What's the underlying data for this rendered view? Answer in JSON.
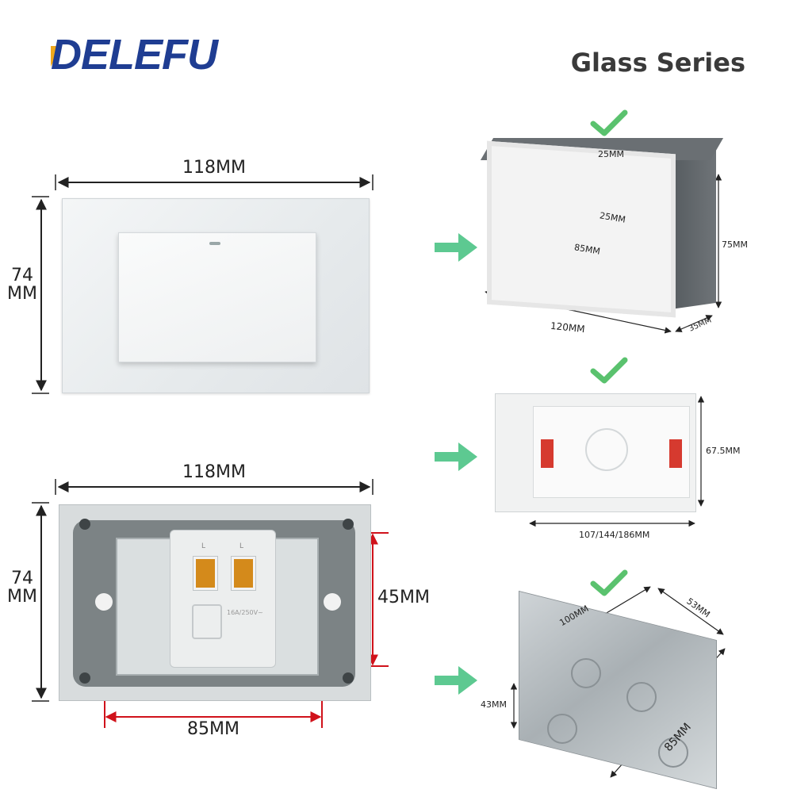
{
  "header": {
    "brand": "DELEFU",
    "series": "Glass Series"
  },
  "switch_panel": {
    "width_label": "118MM",
    "height_label_top": "74",
    "height_label_bottom": "MM"
  },
  "socket_panel": {
    "width_label": "118MM",
    "height_label_top": "74",
    "height_label_bottom": "MM",
    "hole_height_label": "45MM",
    "hole_spacing_label": "85MM",
    "contact_l_left": "L",
    "contact_l_right": "L",
    "rating_text": "16A/250V~"
  },
  "box1": {
    "top_notch": "25MM",
    "inner_notch": "25MM",
    "hole_spacing": "85MM",
    "height": "75MM",
    "width": "120MM",
    "depth": "35MM"
  },
  "box2": {
    "height": "67.5MM",
    "width": "107/144/186MM"
  },
  "box3": {
    "length": "100MM",
    "depth": "53MM",
    "height": "43MM",
    "width": "85MM"
  },
  "colors": {
    "brand_blue": "#1f3d92",
    "brand_accent": "#f0a81c",
    "arrow_green": "#5dc991",
    "check_green": "#5ac26e",
    "dim_red": "#d0121b"
  },
  "icons": {
    "arrow": "arrow-right-icon",
    "check": "checkmark-icon"
  }
}
